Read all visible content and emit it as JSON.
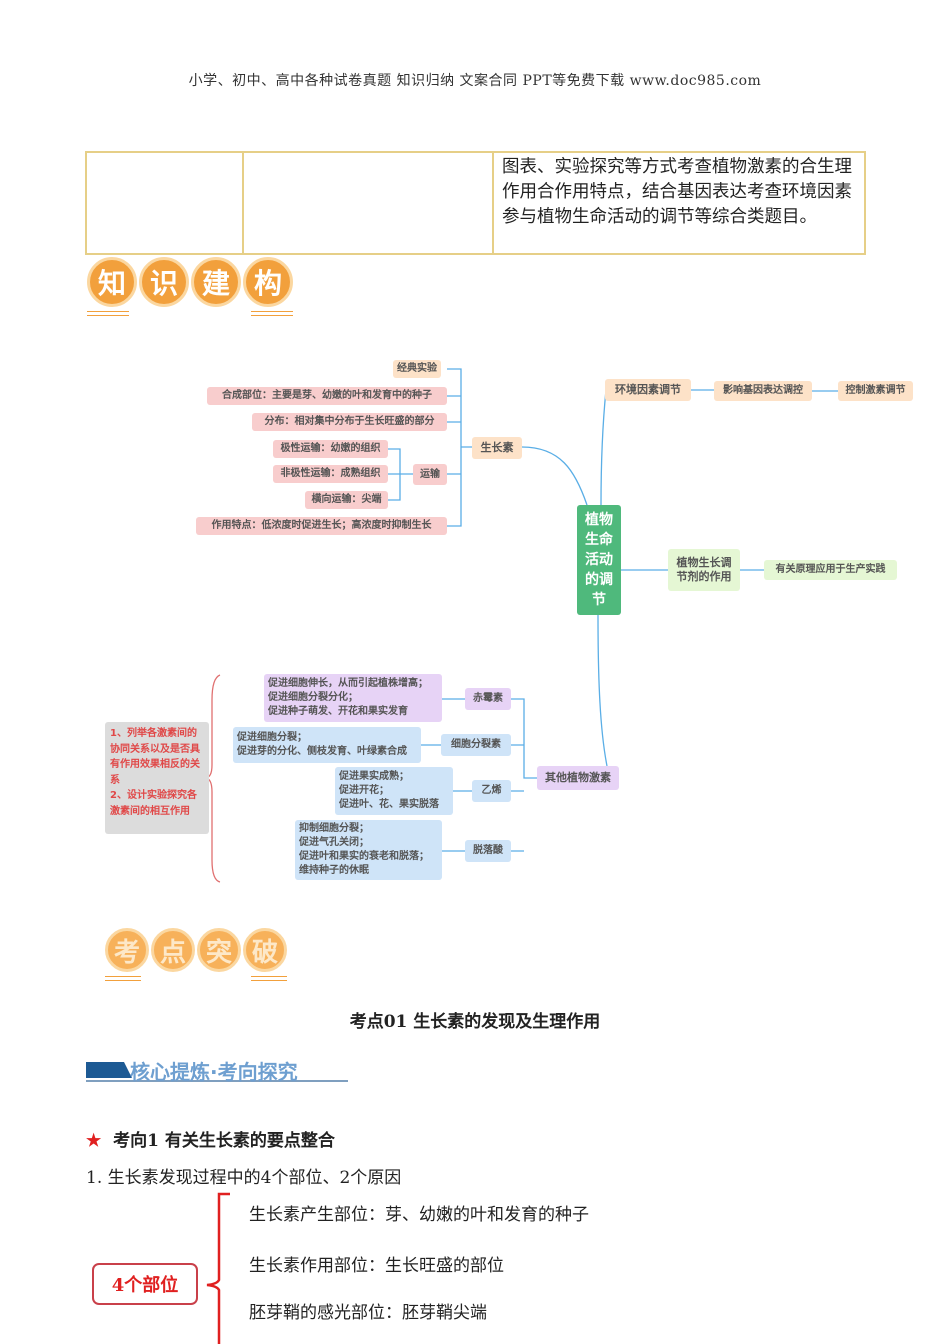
{
  "header": "小学、初中、高中各种试卷真题  知识归纳  文案合同  PPT等免费下载      www.doc985.com",
  "table": {
    "cell3": "图表、实验探究等方式考查植物激素的合生理作用合作用特点，结合基因表达考查环境因素参与植物生命活动的调节等综合类题目。"
  },
  "badge1": [
    "知",
    "识",
    "建",
    "构"
  ],
  "badge2": [
    "考",
    "点",
    "突",
    "破"
  ],
  "mindmap": {
    "center": "植物生命活动的调节",
    "auxin": {
      "label": "生长素",
      "classic": "经典实验",
      "synth": "合成部位：主要是芽、幼嫩的叶和发育中的种子",
      "dist": "分布：相对集中分布于生长旺盛的部分",
      "transport": "运输",
      "polar": "极性运输：幼嫩的组织",
      "nonpolar": "非极性运输：成熟组织",
      "lateral": "横向运输：尖端",
      "feature": "作用特点：低浓度时促进生长；高浓度时抑制生长"
    },
    "env": {
      "label": "环境因素调节",
      "gene": "影响基因表达调控",
      "hormone": "控制激素调节"
    },
    "regulator": {
      "label": "植物生长调节剂的作用",
      "apply": "有关原理应用于生产实践"
    },
    "other": {
      "label": "其他植物激素",
      "ga": "赤霉素",
      "ga_desc": "促进细胞伸长，从而引起植株增高；\n促进细胞分裂分化；\n促进种子萌发、开花和果实发育",
      "ck": "细胞分裂素",
      "ck_desc": "促进细胞分裂；\n促进芽的分化、侧枝发育、叶绿素合成",
      "eth": "乙烯",
      "eth_desc": "促进果实成熟；\n促进开花；\n促进叶、花、果实脱落",
      "aba": "脱落酸",
      "aba_desc": "抑制细胞分裂；\n促进气孔关闭；\n促进叶和果实的衰老和脱落；\n维持种子的休眠",
      "note": "1、列举各激素间的协同关系以及是否具有作用效果相反的关系\n2、设计实验探究各激素间的相互作用"
    }
  },
  "section_title": "考点01    生长素的发现及生理作用",
  "banner": "核心提炼·考向探究",
  "direction": {
    "star": "★",
    "text": "考向1  有关生长素的要点整合"
  },
  "item1": "1.  生长素发现过程中的4个部位、2个原因",
  "parts_label": "4个部位",
  "parts": [
    "生长素产生部位：芽、幼嫩的叶和发育的种子",
    "生长素作用部位：生长旺盛的部位",
    "胚芽鞘的感光部位：胚芽鞘尖端"
  ]
}
